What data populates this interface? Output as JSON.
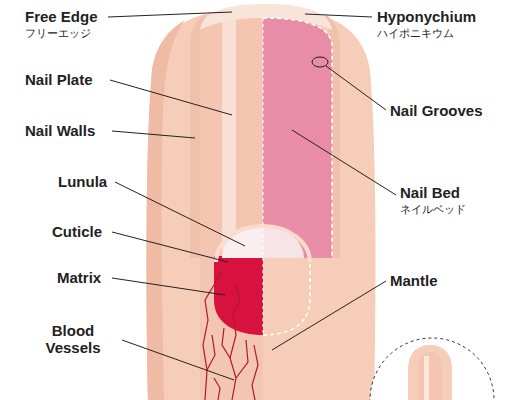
{
  "diagram": {
    "labels": [
      "Free Edge",
      "フリーエッジ",
      "Nail Plate",
      "Nail Walls",
      "Lunula",
      "Cuticle",
      "Matrix",
      "Blood Vessels",
      "Hyponychium",
      "ハイポニキウム",
      "Nail Grooves",
      "Nail Bed",
      "ネイルベッド",
      "Mantle"
    ]
  }
}
